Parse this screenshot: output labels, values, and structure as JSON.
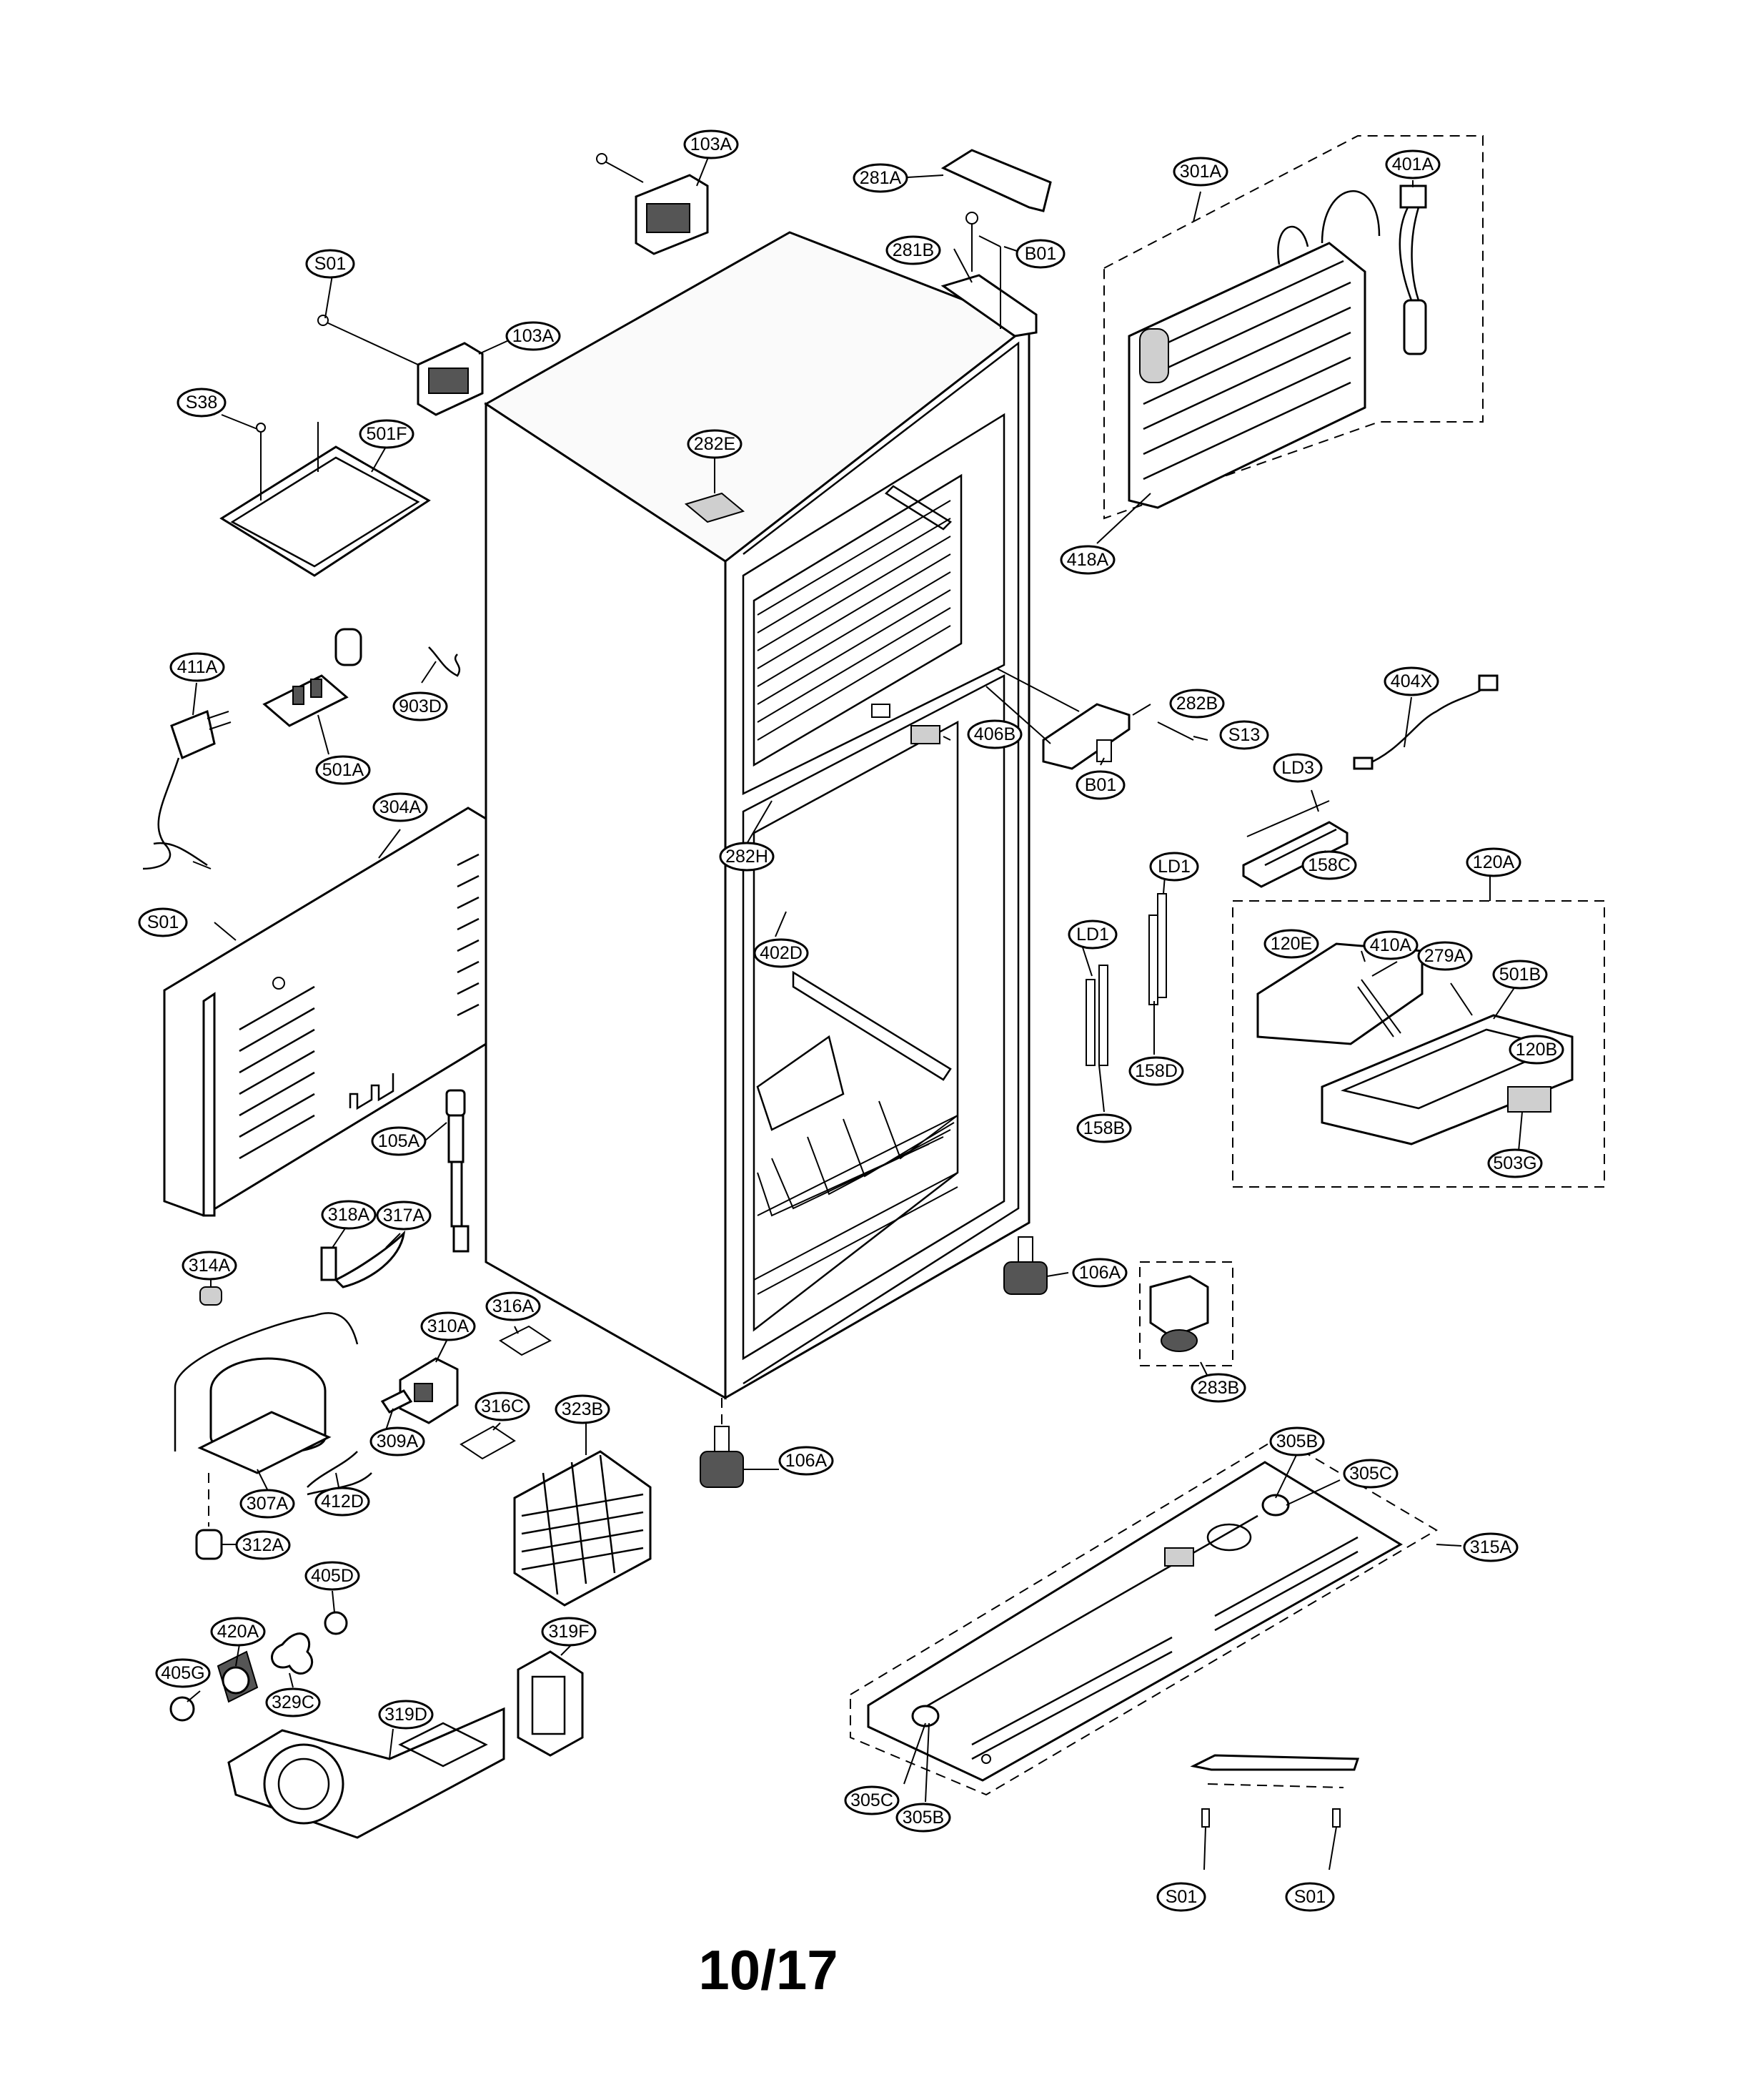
{
  "page_number": "10/17",
  "labels": {
    "l103A_1": "103A",
    "l103A_2": "103A",
    "lS01_1": "S01",
    "lS38": "S38",
    "l501F": "501F",
    "l281A": "281A",
    "l281B": "281B",
    "lB01_1": "B01",
    "l282E": "282E",
    "l301A": "301A",
    "l401A": "401A",
    "l418A": "418A",
    "l411A": "411A",
    "l903D": "903D",
    "l501A": "501A",
    "l282B": "282B",
    "lS13": "S13",
    "lB01_2": "B01",
    "l406B": "406B",
    "l282H": "282H",
    "l404X": "404X",
    "lLD3": "LD3",
    "l158C": "158C",
    "l304A": "304A",
    "lS01_2": "S01",
    "l402D": "402D",
    "lLD1_1": "LD1",
    "lLD1_2": "LD1",
    "l120A": "120A",
    "l120E": "120E",
    "l410A": "410A",
    "l279A": "279A",
    "l501B": "501B",
    "l120B": "120B",
    "l158D": "158D",
    "l158B": "158B",
    "l503G": "503G",
    "l105A": "105A",
    "l318A": "318A",
    "l317A": "317A",
    "l314A": "314A",
    "l106A_1": "106A",
    "l316A": "316A",
    "l310A": "310A",
    "l283B": "283B",
    "l316C": "316C",
    "l323B": "323B",
    "l309A": "309A",
    "l106A_2": "106A",
    "l305B_1": "305B",
    "l305C_1": "305C",
    "l307A": "307A",
    "l412D": "412D",
    "l312A": "312A",
    "l315A": "315A",
    "l405D": "405D",
    "l420A": "420A",
    "l319F": "319F",
    "l405G": "405G",
    "l329C": "329C",
    "l319D": "319D",
    "l305C_2": "305C",
    "l305B_2": "305B",
    "lS01_3": "S01",
    "lS01_4": "S01"
  }
}
